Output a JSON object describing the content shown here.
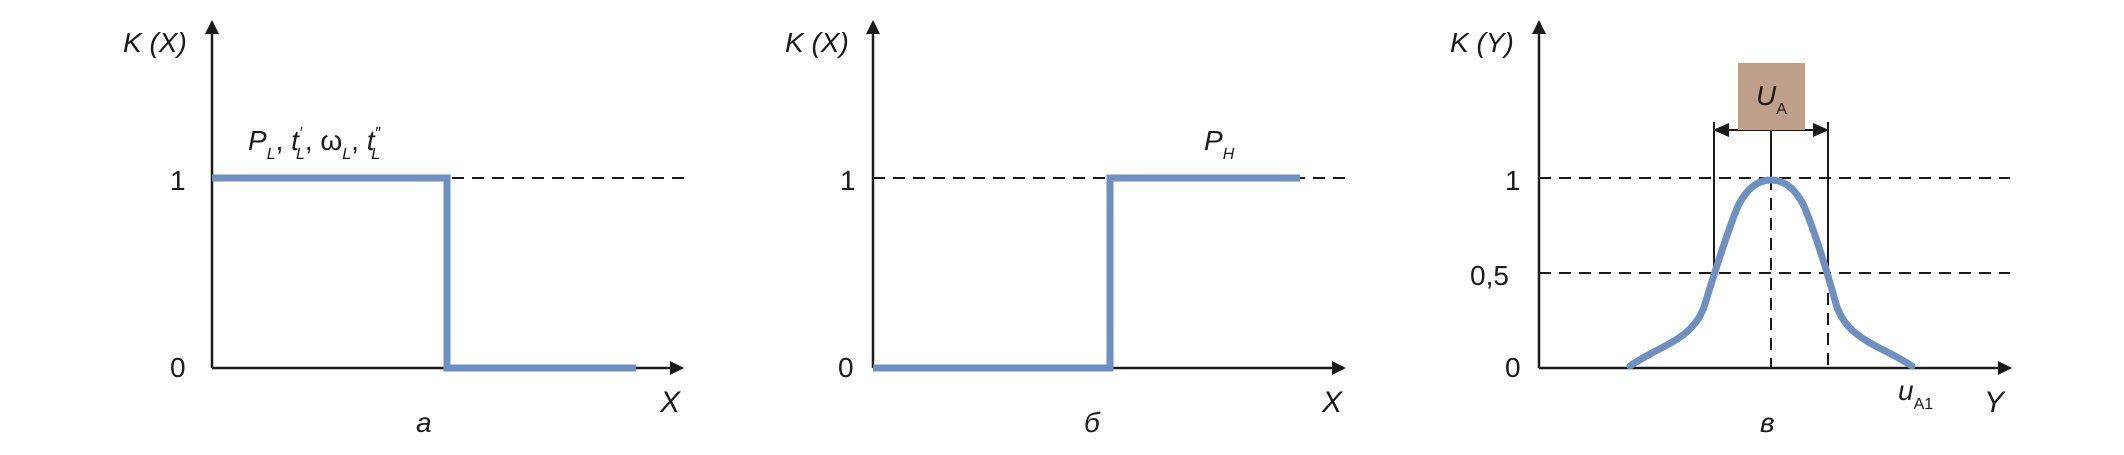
{
  "colors": {
    "curve": "#6e8fc2",
    "axis": "#1a1a1a",
    "box": "#bfa08a"
  },
  "panels": [
    {
      "id": "a",
      "caption": "а",
      "y_axis_label": "K (X)",
      "x_axis_label": "X",
      "ticks": [
        "1",
        "0"
      ],
      "curve_label": "P, t', ω, t\"",
      "curve_label_sub": "L"
    },
    {
      "id": "b",
      "caption": "б",
      "y_axis_label": "K (X)",
      "x_axis_label": "X",
      "ticks": [
        "1",
        "0"
      ],
      "curve_label": "P",
      "curve_label_sub": "H"
    },
    {
      "id": "v",
      "caption": "в",
      "y_axis_label": "K (Y)",
      "x_axis_label": "Y",
      "ticks": [
        "1",
        "0,5",
        "0"
      ],
      "box_label": "U",
      "box_label_sub": "A",
      "bottom_label": "u",
      "bottom_label_sub": "A1"
    }
  ]
}
